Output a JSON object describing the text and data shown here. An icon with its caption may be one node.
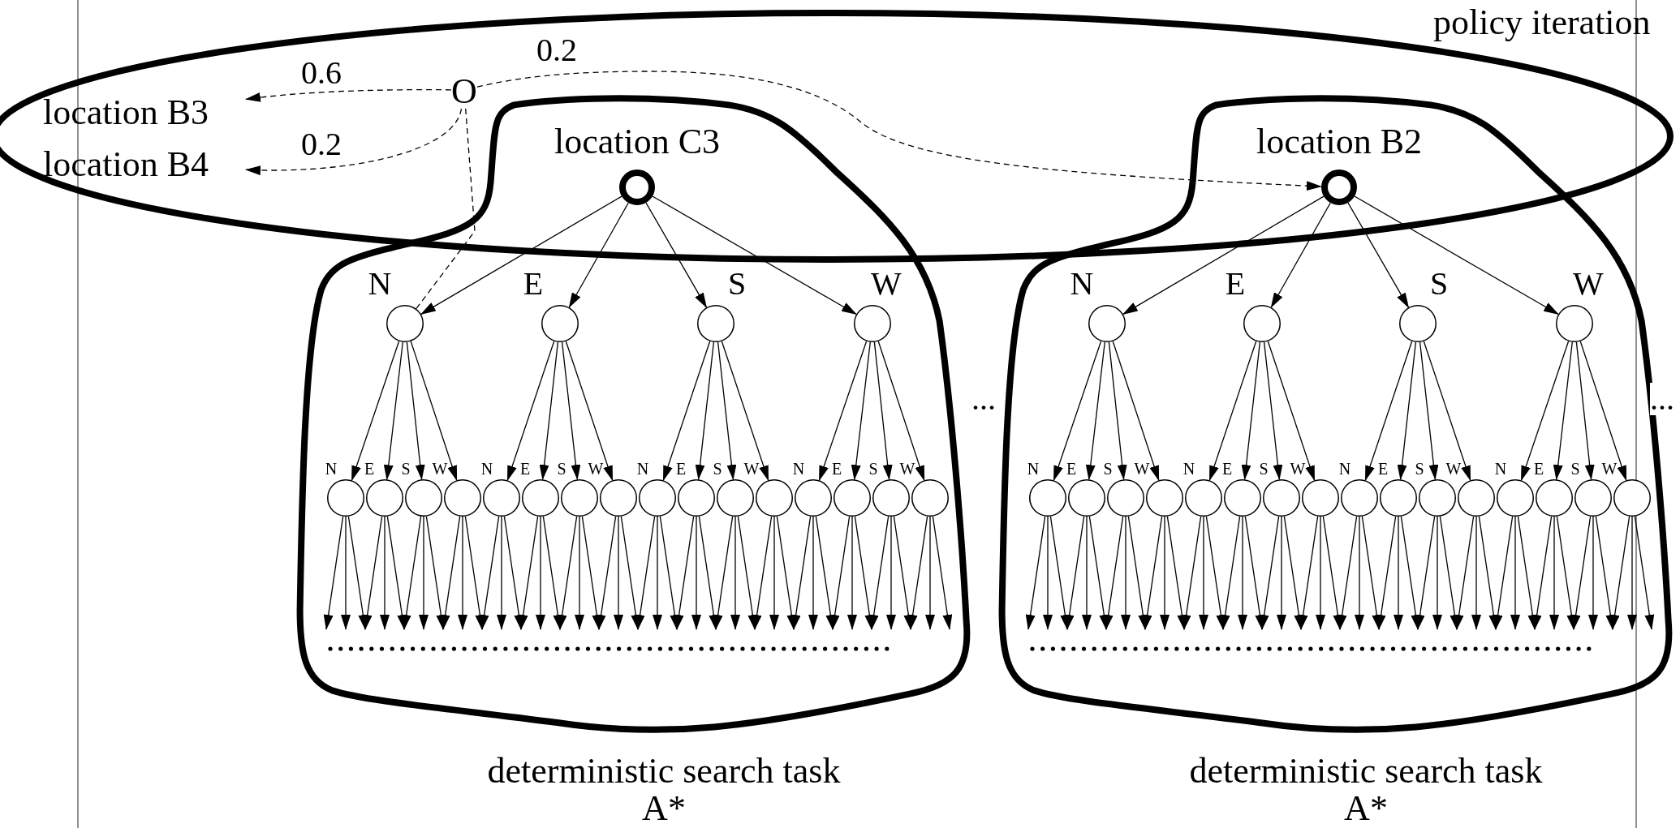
{
  "diagram": {
    "nodes": [
      {
        "text": [
          "policy iteration"
        ]
      },
      {
        "text": [
          "location B3"
        ],
        "in": 0
      },
      {
        "text": [
          "location B4"
        ],
        "in": 0
      },
      {
        "text": [
          "O"
        ],
        "in": 0
      },
      {
        "text": [
          "deterministic search task",
          "A*"
        ]
      },
      {
        "text": [
          "location C3"
        ]
      },
      {
        "text": [],
        "shape": "circle",
        "in": 4
      },
      {
        "text": [],
        "shape": "circle",
        "in": 4
      },
      {
        "text": [],
        "shape": "circle",
        "in": 4
      },
      {
        "text": [],
        "shape": "circle",
        "in": 4
      },
      {
        "text": [],
        "shape": "circle",
        "in": 4
      },
      {
        "text": [],
        "shape": "circle",
        "in": 4
      },
      {
        "text": [],
        "shape": "circle",
        "in": 4
      },
      {
        "text": [],
        "shape": "circle",
        "in": 4
      },
      {
        "text": [],
        "shape": "circle",
        "in": 4
      },
      {
        "text": [],
        "shape": "circle",
        "in": 4
      },
      {
        "text": [],
        "shape": "circle",
        "in": 4
      },
      {
        "text": [],
        "shape": "circle",
        "in": 4
      },
      {
        "text": [],
        "shape": "circle",
        "in": 4
      },
      {
        "text": [],
        "shape": "circle",
        "in": 4
      },
      {
        "text": [],
        "shape": "circle",
        "in": 4
      },
      {
        "text": [],
        "shape": "circle",
        "in": 4
      },
      {
        "text": [],
        "shape": "circle",
        "in": 4
      },
      {
        "text": [],
        "shape": "circle",
        "in": 4
      },
      {
        "text": [],
        "shape": "circle",
        "in": 4
      },
      {
        "text": [],
        "shape": "circle",
        "in": 4
      },
      {
        "text": [
          "deterministic search task",
          "A*"
        ]
      },
      {
        "text": [
          "location B2"
        ]
      },
      {
        "text": [],
        "shape": "circle",
        "in": 26
      },
      {
        "text": [],
        "shape": "circle",
        "in": 26
      },
      {
        "text": [],
        "shape": "circle",
        "in": 26
      },
      {
        "text": [],
        "shape": "circle",
        "in": 26
      },
      {
        "text": [],
        "shape": "circle",
        "in": 26
      },
      {
        "text": [],
        "shape": "circle",
        "in": 26
      },
      {
        "text": [],
        "shape": "circle",
        "in": 26
      },
      {
        "text": [],
        "shape": "circle",
        "in": 26
      },
      {
        "text": [],
        "shape": "circle",
        "in": 26
      },
      {
        "text": [],
        "shape": "circle",
        "in": 26
      },
      {
        "text": [],
        "shape": "circle",
        "in": 26
      },
      {
        "text": [],
        "shape": "circle",
        "in": 26
      },
      {
        "text": [],
        "shape": "circle",
        "in": 26
      },
      {
        "text": [],
        "shape": "circle",
        "in": 26
      },
      {
        "text": [],
        "shape": "circle",
        "in": 26
      },
      {
        "text": [],
        "shape": "circle",
        "in": 26
      },
      {
        "text": [],
        "shape": "circle",
        "in": 26
      },
      {
        "text": [],
        "shape": "circle",
        "in": 26
      },
      {
        "text": [],
        "shape": "circle",
        "in": 26
      },
      {
        "text": [],
        "shape": "circle",
        "in": 26
      }
    ],
    "edges": [
      {
        "from": 3,
        "to": 1,
        "arrow": "to",
        "label": "0.6",
        "style": "dashed"
      },
      {
        "from": 3,
        "to": 2,
        "arrow": "to",
        "label": "0.2",
        "style": "dashed"
      },
      {
        "from": 3,
        "to": 27,
        "arrow": "to",
        "label": "0.2",
        "style": "dashed"
      },
      {
        "from": 3,
        "to": 6,
        "arrow": "none",
        "style": "dashed"
      },
      {
        "from": 5,
        "to": 6,
        "arrow": "to",
        "label": "N"
      },
      {
        "from": 5,
        "to": 7,
        "arrow": "to",
        "label": "E"
      },
      {
        "from": 5,
        "to": 8,
        "arrow": "to",
        "label": "S"
      },
      {
        "from": 5,
        "to": 9,
        "arrow": "to",
        "label": "W"
      },
      {
        "from": 6,
        "to": 10,
        "arrow": "to",
        "label": "N"
      },
      {
        "from": 6,
        "to": 11,
        "arrow": "to",
        "label": "E"
      },
      {
        "from": 6,
        "to": 12,
        "arrow": "to",
        "label": "S"
      },
      {
        "from": 6,
        "to": 13,
        "arrow": "to",
        "label": "W"
      },
      {
        "from": 7,
        "to": 14,
        "arrow": "to",
        "label": "N"
      },
      {
        "from": 7,
        "to": 15,
        "arrow": "to",
        "label": "E"
      },
      {
        "from": 7,
        "to": 16,
        "arrow": "to",
        "label": "S"
      },
      {
        "from": 7,
        "to": 17,
        "arrow": "to",
        "label": "W"
      },
      {
        "from": 8,
        "to": 18,
        "arrow": "to",
        "label": "N"
      },
      {
        "from": 8,
        "to": 19,
        "arrow": "to",
        "label": "E"
      },
      {
        "from": 8,
        "to": 20,
        "arrow": "to",
        "label": "S"
      },
      {
        "from": 8,
        "to": 21,
        "arrow": "to",
        "label": "W"
      },
      {
        "from": 9,
        "to": 22,
        "arrow": "to",
        "label": "N"
      },
      {
        "from": 9,
        "to": 23,
        "arrow": "to",
        "label": "E"
      },
      {
        "from": 9,
        "to": 24,
        "arrow": "to",
        "label": "S"
      },
      {
        "from": 9,
        "to": 25,
        "arrow": "to",
        "label": "W"
      },
      {
        "from": 10,
        "to": null,
        "arrow": "to"
      },
      {
        "from": 10,
        "to": null,
        "arrow": "to"
      },
      {
        "from": 10,
        "to": null,
        "arrow": "to"
      },
      {
        "from": 11,
        "to": null,
        "arrow": "to"
      },
      {
        "from": 11,
        "to": null,
        "arrow": "to"
      },
      {
        "from": 11,
        "to": null,
        "arrow": "to"
      },
      {
        "from": 12,
        "to": null,
        "arrow": "to"
      },
      {
        "from": 12,
        "to": null,
        "arrow": "to"
      },
      {
        "from": 12,
        "to": null,
        "arrow": "to"
      },
      {
        "from": 13,
        "to": null,
        "arrow": "to"
      },
      {
        "from": 13,
        "to": null,
        "arrow": "to"
      },
      {
        "from": 13,
        "to": null,
        "arrow": "to"
      },
      {
        "from": 14,
        "to": null,
        "arrow": "to"
      },
      {
        "from": 14,
        "to": null,
        "arrow": "to"
      },
      {
        "from": 14,
        "to": null,
        "arrow": "to"
      },
      {
        "from": 15,
        "to": null,
        "arrow": "to"
      },
      {
        "from": 15,
        "to": null,
        "arrow": "to"
      },
      {
        "from": 15,
        "to": null,
        "arrow": "to"
      },
      {
        "from": 16,
        "to": null,
        "arrow": "to"
      },
      {
        "from": 16,
        "to": null,
        "arrow": "to"
      },
      {
        "from": 16,
        "to": null,
        "arrow": "to"
      },
      {
        "from": 17,
        "to": null,
        "arrow": "to"
      },
      {
        "from": 17,
        "to": null,
        "arrow": "to"
      },
      {
        "from": 17,
        "to": null,
        "arrow": "to"
      },
      {
        "from": 18,
        "to": null,
        "arrow": "to"
      },
      {
        "from": 18,
        "to": null,
        "arrow": "to"
      },
      {
        "from": 18,
        "to": null,
        "arrow": "to"
      },
      {
        "from": 19,
        "to": null,
        "arrow": "to"
      },
      {
        "from": 19,
        "to": null,
        "arrow": "to"
      },
      {
        "from": 19,
        "to": null,
        "arrow": "to"
      },
      {
        "from": 20,
        "to": null,
        "arrow": "to"
      },
      {
        "from": 20,
        "to": null,
        "arrow": "to"
      },
      {
        "from": 20,
        "to": null,
        "arrow": "to"
      },
      {
        "from": 21,
        "to": null,
        "arrow": "to"
      },
      {
        "from": 21,
        "to": null,
        "arrow": "to"
      },
      {
        "from": 21,
        "to": null,
        "arrow": "to"
      },
      {
        "from": 22,
        "to": null,
        "arrow": "to"
      },
      {
        "from": 22,
        "to": null,
        "arrow": "to"
      },
      {
        "from": 22,
        "to": null,
        "arrow": "to"
      },
      {
        "from": 23,
        "to": null,
        "arrow": "to"
      },
      {
        "from": 23,
        "to": null,
        "arrow": "to"
      },
      {
        "from": 23,
        "to": null,
        "arrow": "to"
      },
      {
        "from": 24,
        "to": null,
        "arrow": "to"
      },
      {
        "from": 24,
        "to": null,
        "arrow": "to"
      },
      {
        "from": 24,
        "to": null,
        "arrow": "to"
      },
      {
        "from": 25,
        "to": null,
        "arrow": "to"
      },
      {
        "from": 25,
        "to": null,
        "arrow": "to"
      },
      {
        "from": 25,
        "to": null,
        "arrow": "to"
      },
      {
        "from": 27,
        "to": 28,
        "arrow": "to",
        "label": "N"
      },
      {
        "from": 27,
        "to": 29,
        "arrow": "to",
        "label": "E"
      },
      {
        "from": 27,
        "to": 30,
        "arrow": "to",
        "label": "S"
      },
      {
        "from": 27,
        "to": 31,
        "arrow": "to",
        "label": "W"
      },
      {
        "from": 28,
        "to": 32,
        "arrow": "to",
        "label": "N"
      },
      {
        "from": 28,
        "to": 33,
        "arrow": "to",
        "label": "E"
      },
      {
        "from": 28,
        "to": 34,
        "arrow": "to",
        "label": "S"
      },
      {
        "from": 28,
        "to": 35,
        "arrow": "to",
        "label": "W"
      },
      {
        "from": 29,
        "to": 36,
        "arrow": "to",
        "label": "N"
      },
      {
        "from": 29,
        "to": 37,
        "arrow": "to",
        "label": "E"
      },
      {
        "from": 29,
        "to": 38,
        "arrow": "to",
        "label": "S"
      },
      {
        "from": 29,
        "to": 39,
        "arrow": "to",
        "label": "W"
      },
      {
        "from": 30,
        "to": 40,
        "arrow": "to",
        "label": "N"
      },
      {
        "from": 30,
        "to": 41,
        "arrow": "to",
        "label": "E"
      },
      {
        "from": 30,
        "to": 42,
        "arrow": "to",
        "label": "S"
      },
      {
        "from": 30,
        "to": 43,
        "arrow": "to",
        "label": "W"
      },
      {
        "from": 31,
        "to": 44,
        "arrow": "to",
        "label": "N"
      },
      {
        "from": 31,
        "to": 45,
        "arrow": "to",
        "label": "E"
      },
      {
        "from": 31,
        "to": 46,
        "arrow": "to",
        "label": "S"
      },
      {
        "from": 31,
        "to": 47,
        "arrow": "to",
        "label": "W"
      },
      {
        "from": 32,
        "to": null,
        "arrow": "to"
      },
      {
        "from": 32,
        "to": null,
        "arrow": "to"
      },
      {
        "from": 32,
        "to": null,
        "arrow": "to"
      },
      {
        "from": 33,
        "to": null,
        "arrow": "to"
      },
      {
        "from": 33,
        "to": null,
        "arrow": "to"
      },
      {
        "from": 33,
        "to": null,
        "arrow": "to"
      },
      {
        "from": 34,
        "to": null,
        "arrow": "to"
      },
      {
        "from": 34,
        "to": null,
        "arrow": "to"
      },
      {
        "from": 34,
        "to": null,
        "arrow": "to"
      },
      {
        "from": 35,
        "to": null,
        "arrow": "to"
      },
      {
        "from": 35,
        "to": null,
        "arrow": "to"
      },
      {
        "from": 35,
        "to": null,
        "arrow": "to"
      },
      {
        "from": 36,
        "to": null,
        "arrow": "to"
      },
      {
        "from": 36,
        "to": null,
        "arrow": "to"
      },
      {
        "from": 36,
        "to": null,
        "arrow": "to"
      },
      {
        "from": 37,
        "to": null,
        "arrow": "to"
      },
      {
        "from": 37,
        "to": null,
        "arrow": "to"
      },
      {
        "from": 37,
        "to": null,
        "arrow": "to"
      },
      {
        "from": 38,
        "to": null,
        "arrow": "to"
      },
      {
        "from": 38,
        "to": null,
        "arrow": "to"
      },
      {
        "from": 38,
        "to": null,
        "arrow": "to"
      },
      {
        "from": 39,
        "to": null,
        "arrow": "to"
      },
      {
        "from": 39,
        "to": null,
        "arrow": "to"
      },
      {
        "from": 39,
        "to": null,
        "arrow": "to"
      },
      {
        "from": 40,
        "to": null,
        "arrow": "to"
      },
      {
        "from": 40,
        "to": null,
        "arrow": "to"
      },
      {
        "from": 40,
        "to": null,
        "arrow": "to"
      },
      {
        "from": 41,
        "to": null,
        "arrow": "to"
      },
      {
        "from": 41,
        "to": null,
        "arrow": "to"
      },
      {
        "from": 41,
        "to": null,
        "arrow": "to"
      },
      {
        "from": 42,
        "to": null,
        "arrow": "to"
      },
      {
        "from": 42,
        "to": null,
        "arrow": "to"
      },
      {
        "from": 42,
        "to": null,
        "arrow": "to"
      },
      {
        "from": 43,
        "to": null,
        "arrow": "to"
      },
      {
        "from": 43,
        "to": null,
        "arrow": "to"
      },
      {
        "from": 43,
        "to": null,
        "arrow": "to"
      },
      {
        "from": 44,
        "to": null,
        "arrow": "to"
      },
      {
        "from": 44,
        "to": null,
        "arrow": "to"
      },
      {
        "from": 44,
        "to": null,
        "arrow": "to"
      },
      {
        "from": 45,
        "to": null,
        "arrow": "to"
      },
      {
        "from": 45,
        "to": null,
        "arrow": "to"
      },
      {
        "from": 45,
        "to": null,
        "arrow": "to"
      },
      {
        "from": 46,
        "to": null,
        "arrow": "to"
      },
      {
        "from": 46,
        "to": null,
        "arrow": "to"
      },
      {
        "from": 46,
        "to": null,
        "arrow": "to"
      },
      {
        "from": 47,
        "to": null,
        "arrow": "to"
      },
      {
        "from": 47,
        "to": null,
        "arrow": "to"
      },
      {
        "from": 47,
        "to": null,
        "arrow": "to"
      }
    ],
    "labels": [
      "...",
      "..."
    ]
  }
}
